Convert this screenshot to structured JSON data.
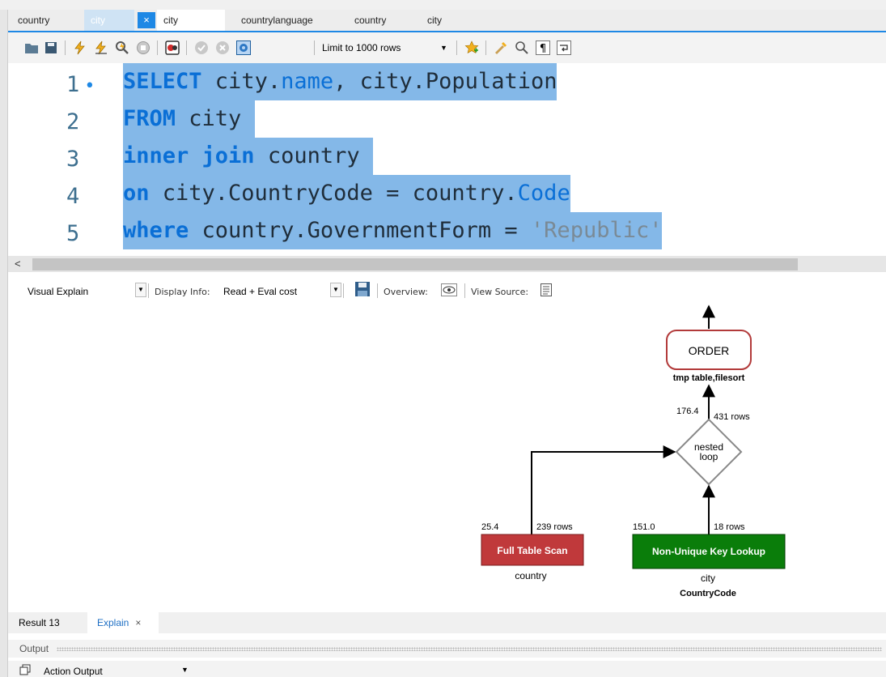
{
  "tabs": [
    {
      "label": "country",
      "state": "normal"
    },
    {
      "label": "city",
      "state": "dim"
    },
    {
      "label": "city",
      "state": "active"
    },
    {
      "label": "countrylanguage",
      "state": "normal"
    },
    {
      "label": "country",
      "state": "normal"
    },
    {
      "label": "city",
      "state": "normal"
    }
  ],
  "tab_close_glyph": "×",
  "toolbar": {
    "limit_label": "Limit to 1000 rows",
    "icons": [
      "open-folder-icon",
      "save-icon",
      "execute-icon",
      "execute-current-icon",
      "explain-icon",
      "stop-icon",
      "stop-on-error-icon",
      "commit-icon",
      "rollback-icon",
      "autocommit-icon",
      "bookmark-icon",
      "beautify-icon",
      "find-icon",
      "invisible-chars-icon",
      "wrap-icon"
    ]
  },
  "editor": {
    "lines": [
      {
        "num": "1",
        "marker": "•",
        "parts": [
          [
            "kw",
            "SELECT"
          ],
          [
            "txt",
            " city."
          ],
          [
            "fld",
            "name"
          ],
          [
            "txt",
            ", city.Population"
          ]
        ]
      },
      {
        "num": "2",
        "marker": "",
        "parts": [
          [
            "kw",
            "FROM"
          ],
          [
            "txt",
            " city"
          ]
        ]
      },
      {
        "num": "3",
        "marker": "",
        "parts": [
          [
            "kw",
            "inner join"
          ],
          [
            "txt",
            " country"
          ]
        ]
      },
      {
        "num": "4",
        "marker": "",
        "parts": [
          [
            "kw",
            "on"
          ],
          [
            "txt",
            " city.CountryCode = country."
          ],
          [
            "fld",
            "Code"
          ]
        ]
      },
      {
        "num": "5",
        "marker": "",
        "parts": [
          [
            "kw",
            "where"
          ],
          [
            "txt",
            " country.GovernmentForm = "
          ],
          [
            "str",
            "'Republic'"
          ]
        ]
      }
    ]
  },
  "scroll_left_glyph": "<",
  "explain_toolbar": {
    "view_label": "Visual Explain",
    "display_info_label": "Display Info:",
    "display_info_value": "Read + Eval cost",
    "overview_label": "Overview:",
    "view_source_label": "View Source:"
  },
  "diagram": {
    "order": {
      "label": "ORDER",
      "sub": "tmp table,filesort"
    },
    "nested": {
      "line1": "nested",
      "line2": "loop",
      "cost": "176.4",
      "rows": "431 rows"
    },
    "full_scan": {
      "label": "Full Table Scan",
      "table": "country",
      "cost": "25.4",
      "rows": "239 rows",
      "color": "#c0393b"
    },
    "key_lookup": {
      "label": "Non-Unique Key Lookup",
      "table": "city",
      "key": "CountryCode",
      "cost": "151.0",
      "rows": "18 rows",
      "color": "#0a7d0a"
    }
  },
  "result_tabs": {
    "result": "Result 13",
    "explain": "Explain",
    "close": "×"
  },
  "output": {
    "label": "Output",
    "action": "Action Output"
  },
  "colors": {
    "accent": "#1e88e5",
    "selection": "#84b8e8"
  }
}
